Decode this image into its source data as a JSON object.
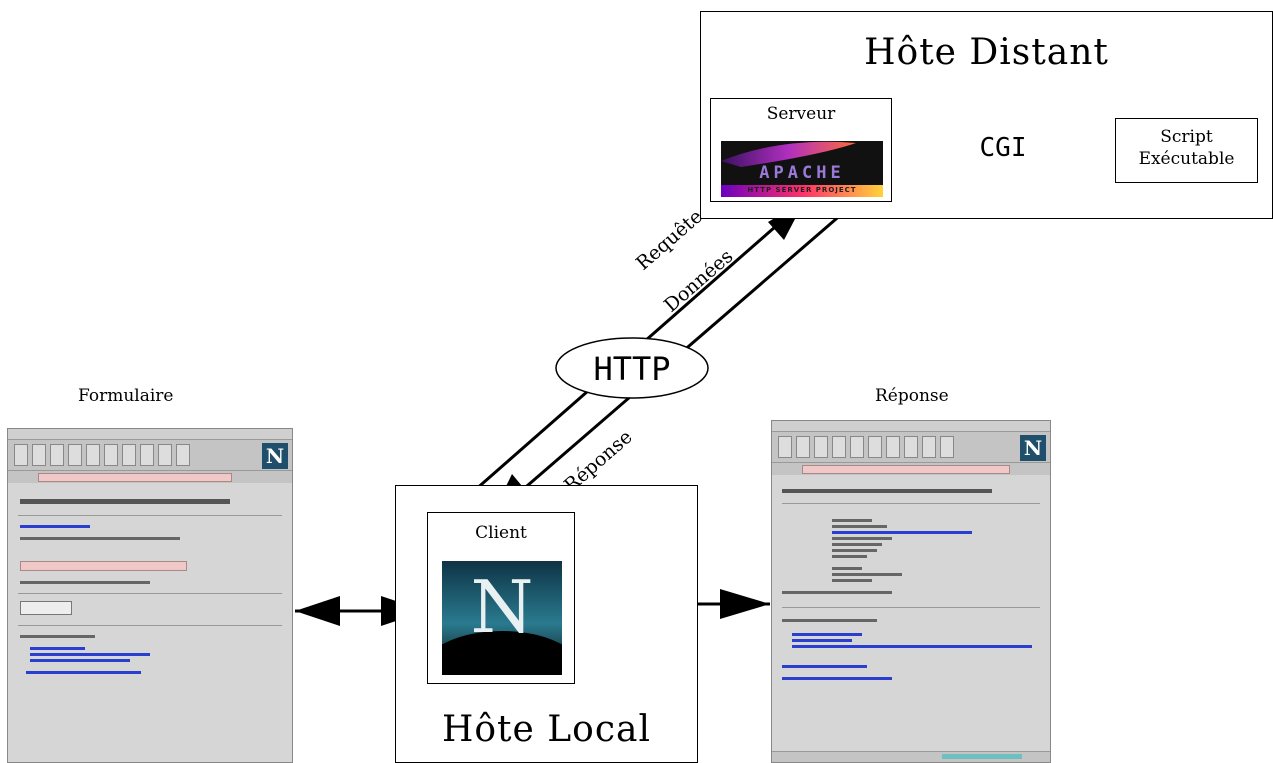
{
  "remote_host": {
    "title": "Hôte Distant",
    "server_label": "Serveur",
    "apache_logo_text": "APACHE",
    "apache_logo_subtext": "HTTP SERVER PROJECT",
    "cgi_label": "CGI",
    "script_label_line1": "Script",
    "script_label_line2": "Exécutable"
  },
  "link": {
    "http_label": "HTTP",
    "request_label": "Requête",
    "data_label": "Données",
    "response_label": "Réponse"
  },
  "local_host": {
    "title": "Hôte Local",
    "client_label": "Client",
    "netscape_logo_letter": "N"
  },
  "form_panel": {
    "caption": "Formulaire"
  },
  "response_panel": {
    "caption": "Réponse"
  },
  "colors": {
    "stroke": "#000000",
    "netscape_blue": "#1f4f6b",
    "apache_purple": "#7a2fb0"
  }
}
